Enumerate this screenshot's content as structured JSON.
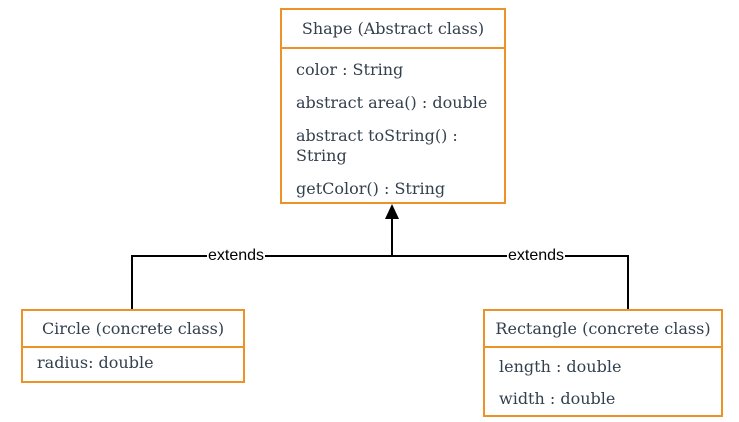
{
  "diagram": {
    "type": "uml-class-diagram",
    "classes": [
      {
        "id": "shape",
        "title": "Shape (Abstract class)",
        "members": [
          "color : String",
          "abstract area() : double",
          "abstract toString() : String",
          "getColor() : String"
        ]
      },
      {
        "id": "circle",
        "title": "Circle (concrete class)",
        "members": [
          "radius: double"
        ]
      },
      {
        "id": "rectangle",
        "title": "Rectangle (concrete class)",
        "members": [
          "length : double",
          "width : double"
        ]
      }
    ],
    "edges": [
      {
        "from": "circle",
        "to": "shape",
        "label": "extends",
        "style": "solid-arrow-up"
      },
      {
        "from": "rectangle",
        "to": "shape",
        "label": "extends",
        "style": "solid-arrow-up"
      }
    ],
    "colors": {
      "box_border": "#ed9227",
      "box_text": "#33404d",
      "line": "#000000",
      "edge_label_text": "#000000",
      "background": "#ffffff"
    }
  }
}
